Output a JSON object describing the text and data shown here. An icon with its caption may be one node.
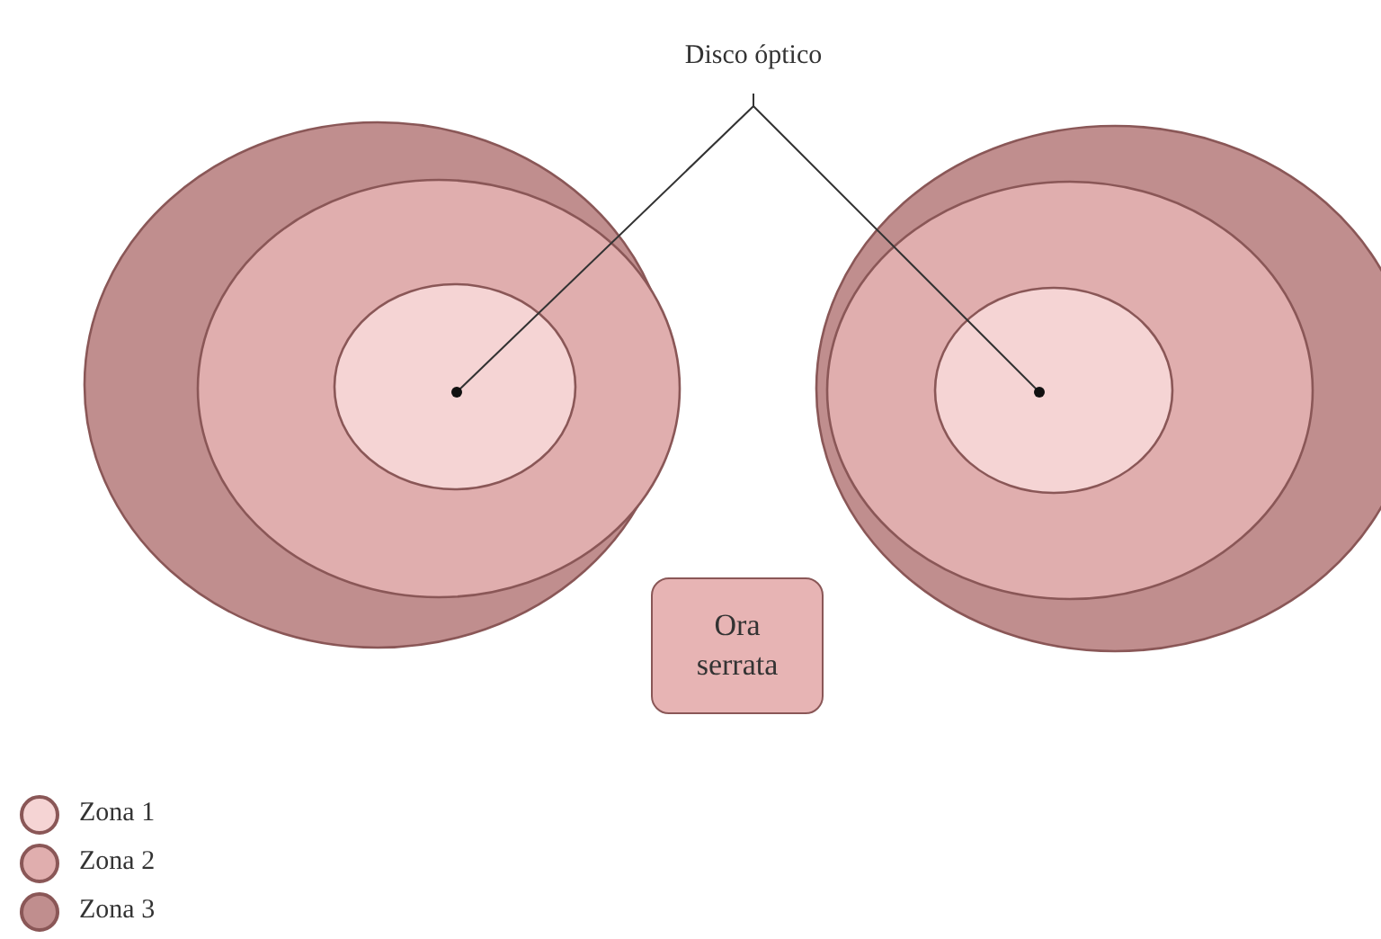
{
  "diagram": {
    "nodes": [
      {
        "text": [
          "Disco óptico"
        ]
      },
      {
        "text": [
          "Ora serrata"
        ]
      },
      {
        "text": [],
        "shape": "circle"
      },
      {
        "text": [],
        "shape": "circle"
      }
    ],
    "edges": [
      {
        "from": 0,
        "to": 2,
        "arrow": "none"
      },
      {
        "from": 0,
        "to": 3,
        "arrow": "none"
      }
    ],
    "legend": [
      {
        "text": "Zona 1",
        "color": "#f5d4d4"
      },
      {
        "text": "Zona 2",
        "color": "#e0aeae"
      },
      {
        "text": "Zona 3",
        "color": "#c08e8e"
      }
    ]
  }
}
